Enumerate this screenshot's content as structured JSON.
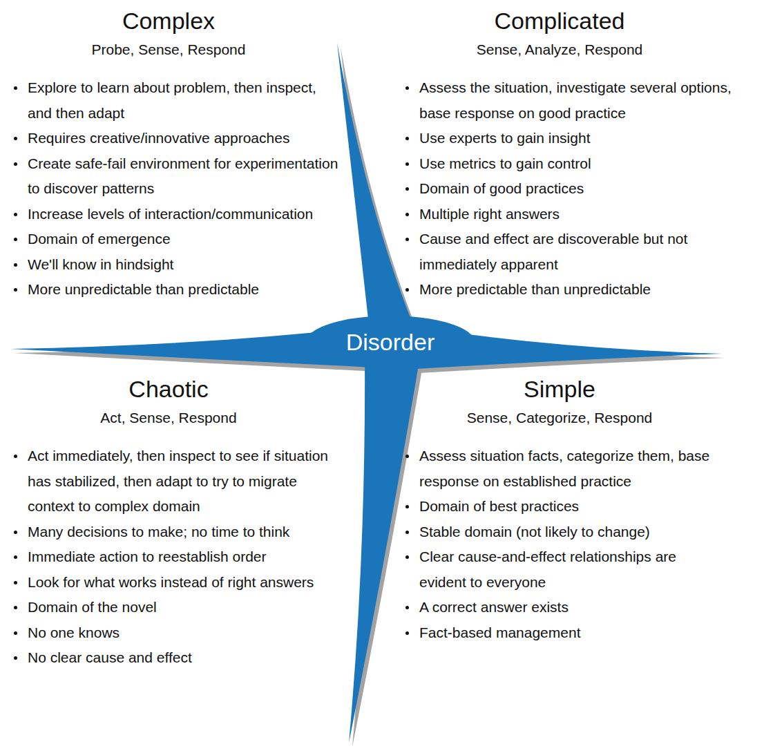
{
  "diagram": {
    "nodes": [
      {
        "text": [
          "Complex",
          "Probe, Sense, Respond",
          "Explore to learn about problem, then inspect, and then adapt",
          "Requires creative/innovative approaches",
          "Create safe-fail environment for experimentation to discover patterns",
          "Increase levels of interaction/communication",
          "Domain of emergence",
          "We'll know in hindsight",
          "More unpredictable than predictable"
        ]
      },
      {
        "text": [
          "Complicated",
          "Sense, Analyze, Respond",
          "Assess the situation, investigate several options, base response on good practice",
          "Use experts to gain insight",
          "Use metrics to gain control",
          "Domain of good practices",
          "Multiple right answers",
          "Cause and effect are discoverable but not immediately apparent",
          "More predictable than unpredictable"
        ]
      },
      {
        "text": [
          "Disorder"
        ]
      },
      {
        "text": [
          "Chaotic",
          "Act, Sense, Respond",
          "Act immediately, then inspect to see if situation has stabilized, then adapt to try to migrate context to complex domain",
          "Many decisions to make; no time to think",
          "Immediate action to reestablish order",
          "Look for what works instead of right answers",
          "Domain of the novel",
          "No one knows",
          "No clear cause and effect"
        ]
      },
      {
        "text": [
          "Simple",
          "Sense, Categorize, Respond",
          "Assess situation facts, categorize them, base response on established practice",
          "Domain of best practices",
          "Stable domain (not likely to change)",
          "Clear cause-and-effect relationships are evident to everyone",
          "A correct answer exists",
          "Fact-based management"
        ]
      }
    ]
  }
}
